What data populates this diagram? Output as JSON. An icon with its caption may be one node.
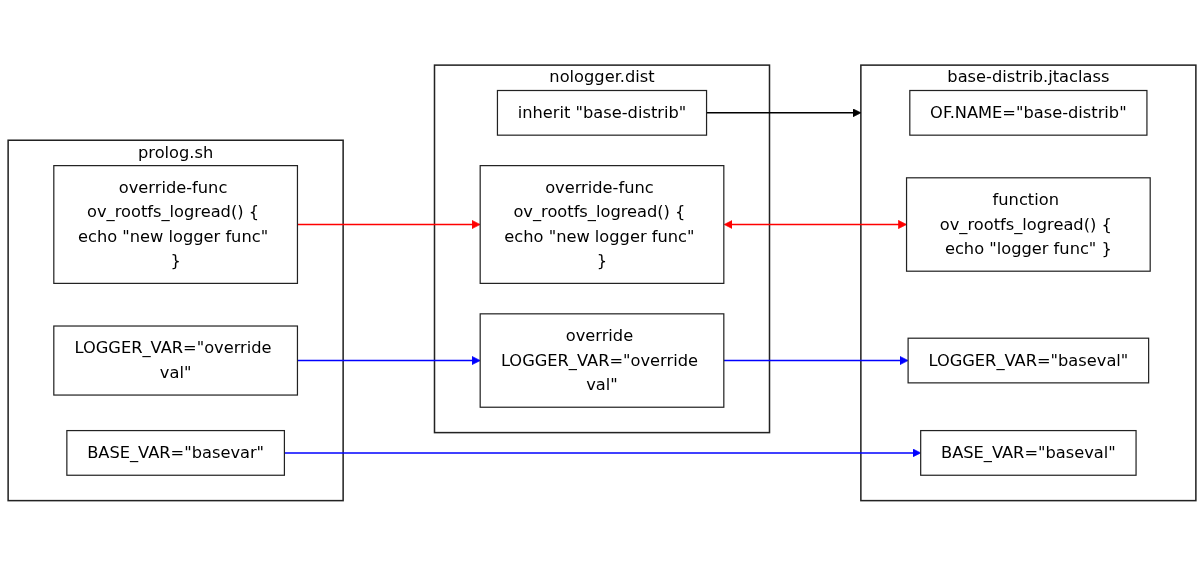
{
  "diagram": {
    "nodes": [
      {
        "text": [
          "prolog.sh"
        ]
      },
      {
        "text": [
          "override-func ov_rootfs_logread() { echo \"new logger func\" }"
        ],
        "in": 0
      },
      {
        "text": [
          "LOGGER_VAR=\"override val\""
        ],
        "in": 0
      },
      {
        "text": [
          "BASE_VAR=\"basevar\""
        ],
        "in": 0
      },
      {
        "text": [
          "nologger.dist"
        ]
      },
      {
        "text": [
          "inherit \"base-distrib\""
        ],
        "in": 4
      },
      {
        "text": [
          "override-func ov_rootfs_logread() { echo \"new logger func\" }"
        ],
        "in": 4
      },
      {
        "text": [
          "override LOGGER_VAR=\"override val\""
        ],
        "in": 4
      },
      {
        "text": [
          "base-distrib.jtaclass"
        ]
      },
      {
        "text": [
          "OF.NAME=\"base-distrib\""
        ],
        "in": 8
      },
      {
        "text": [
          "function ov_rootfs_logread() { echo \"logger func\" }"
        ],
        "in": 8
      },
      {
        "text": [
          "LOGGER_VAR=\"baseval\""
        ],
        "in": 8
      },
      {
        "text": [
          "BASE_VAR=\"baseval\""
        ],
        "in": 8
      }
    ],
    "edges": [
      {
        "from": 1,
        "to": 6,
        "arrow": "to",
        "color": "#ff0000"
      },
      {
        "from": 2,
        "to": 7,
        "arrow": "to",
        "color": "#0000ff"
      },
      {
        "from": 3,
        "to": 12,
        "arrow": "to",
        "color": "#0000ff"
      },
      {
        "from": 5,
        "to": 8,
        "arrow": "to",
        "color": "#000000"
      },
      {
        "from": 6,
        "to": 10,
        "arrow": "both",
        "color": "#ff0000"
      },
      {
        "from": 7,
        "to": 11,
        "arrow": "to",
        "color": "#0000ff"
      }
    ]
  }
}
